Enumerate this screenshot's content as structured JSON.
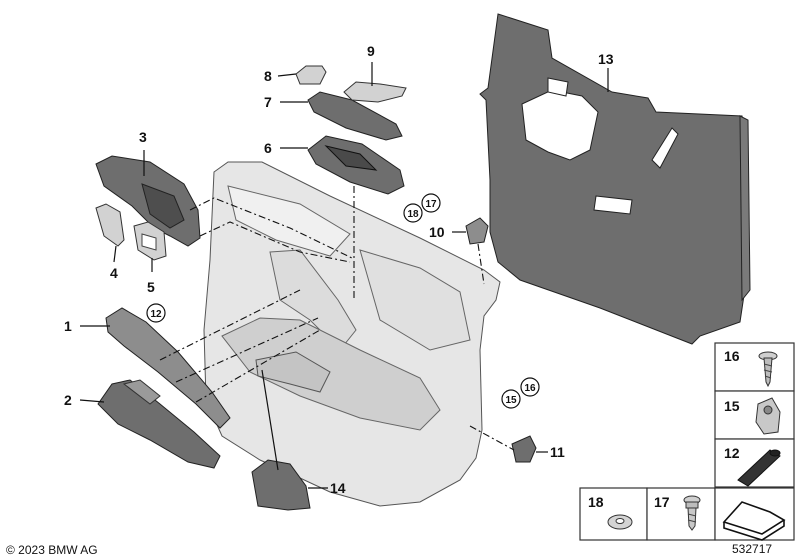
{
  "labels": {
    "p1": "1",
    "p2": "2",
    "p3": "3",
    "p4": "4",
    "p5": "5",
    "p6": "6",
    "p7": "7",
    "p8": "8",
    "p9": "9",
    "p10": "10",
    "p11": "11",
    "p13": "13",
    "p14": "14"
  },
  "circled": {
    "c12": "12",
    "c15": "15",
    "c16": "16",
    "c17": "17",
    "c18": "18"
  },
  "legend": {
    "b16": "16",
    "b15": "15",
    "b12": "12",
    "b18": "18",
    "b17": "17"
  },
  "footer": {
    "copyright": "© 2023 BMW AG",
    "diagram_number": "532717"
  }
}
